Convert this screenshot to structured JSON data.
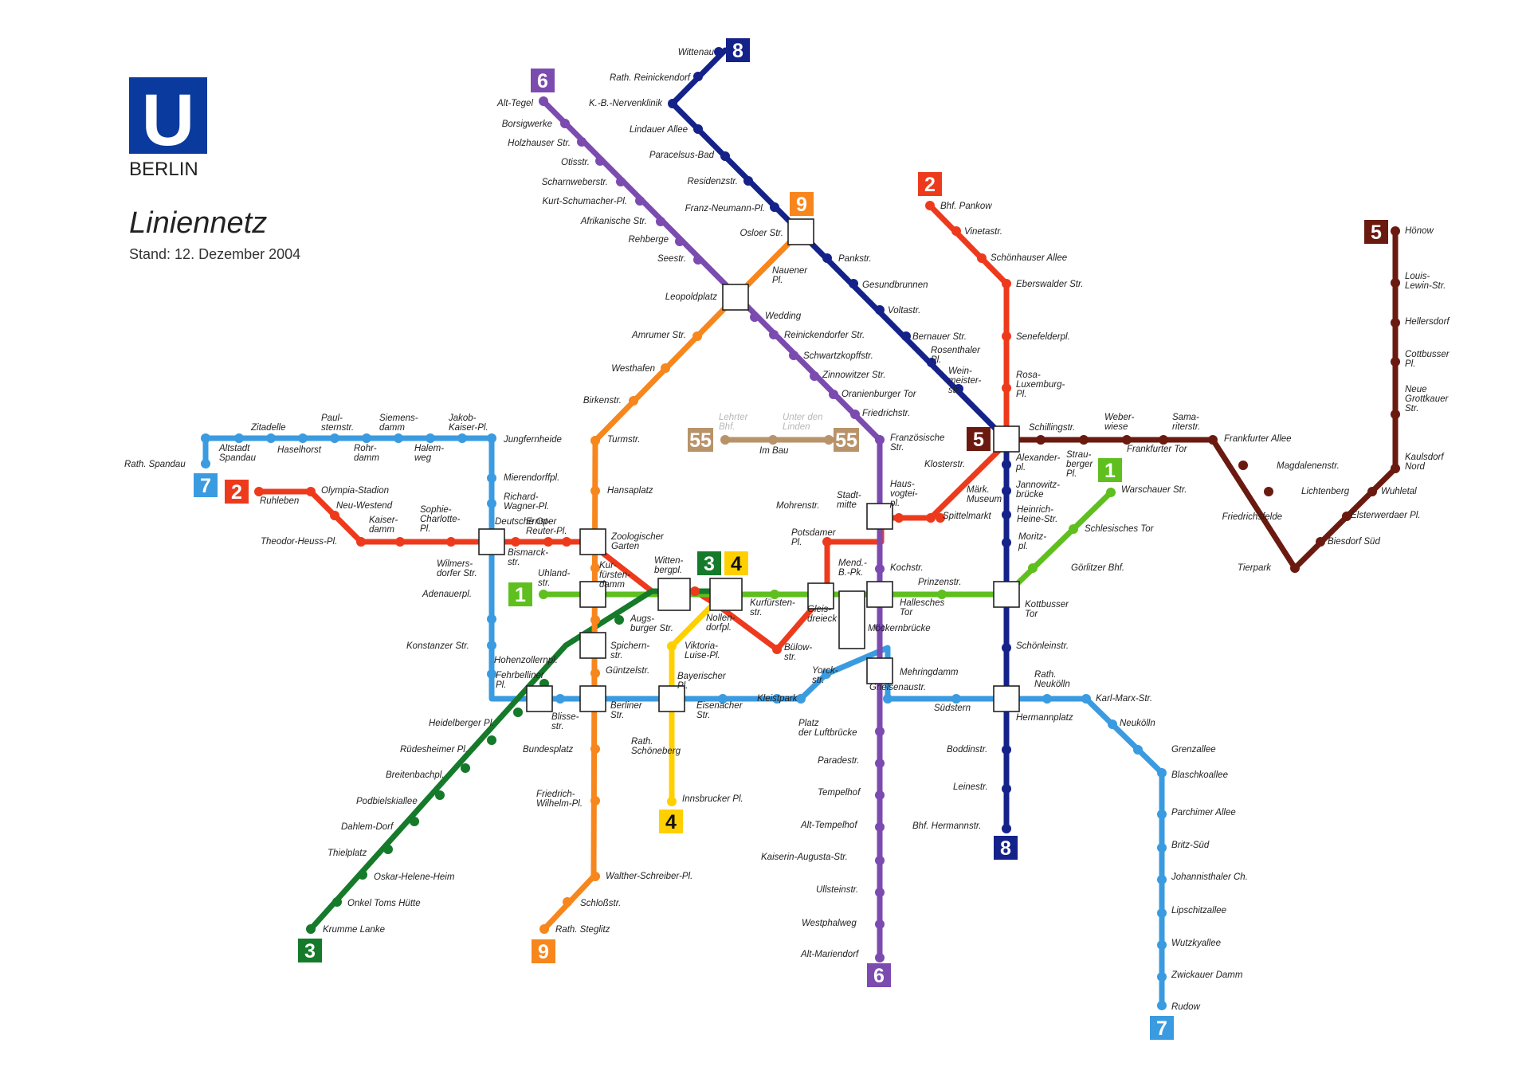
{
  "header": {
    "logo_letter": "U",
    "logo_city": "BERLIN",
    "title": "Liniennetz",
    "subtitle": "Stand: 12. Dezember 2004"
  },
  "line_colors": {
    "U1": "#5fbf1f",
    "U2": "#ee3a1c",
    "U3": "#157a2a",
    "U4": "#ffd000",
    "U5": "#6b1a10",
    "U55": "#b8936a",
    "U6": "#7b4bb0",
    "U7": "#3a9be0",
    "U8": "#14228a",
    "U9": "#f7861c"
  },
  "badges": [
    {
      "id": "b8-top",
      "text": "8",
      "line": "U8"
    },
    {
      "id": "b6-top",
      "text": "6",
      "line": "U6"
    },
    {
      "id": "b9-top",
      "text": "9",
      "line": "U9"
    },
    {
      "id": "b2-top",
      "text": "2",
      "line": "U2"
    },
    {
      "id": "b5-top",
      "text": "5",
      "line": "U5"
    },
    {
      "id": "b7-left",
      "text": "7",
      "line": "U7"
    },
    {
      "id": "b2-left",
      "text": "2",
      "line": "U2"
    },
    {
      "id": "b55-left",
      "text": "55",
      "line": "U55"
    },
    {
      "id": "b55-right",
      "text": "55",
      "line": "U55"
    },
    {
      "id": "b5-mid",
      "text": "5",
      "line": "U5"
    },
    {
      "id": "b1-right",
      "text": "1",
      "line": "U1"
    },
    {
      "id": "b1-left",
      "text": "1",
      "line": "U1"
    },
    {
      "id": "b3-mid",
      "text": "3",
      "line": "U3"
    },
    {
      "id": "b4-mid",
      "text": "4",
      "line": "U4"
    },
    {
      "id": "b4-bot",
      "text": "4",
      "line": "U4"
    },
    {
      "id": "b3-bot",
      "text": "3",
      "line": "U3"
    },
    {
      "id": "b9-bot",
      "text": "9",
      "line": "U9"
    },
    {
      "id": "b6-bot",
      "text": "6",
      "line": "U6"
    },
    {
      "id": "b8-bot",
      "text": "8",
      "line": "U8"
    },
    {
      "id": "b7-bot",
      "text": "7",
      "line": "U7"
    }
  ],
  "labels": [
    {
      "id": "l1",
      "lines": [
        "Wittenau"
      ]
    },
    {
      "id": "l2",
      "lines": [
        "Rath. Reinickendorf"
      ]
    },
    {
      "id": "l3",
      "lines": [
        "Alt-Tegel"
      ]
    },
    {
      "id": "l4",
      "lines": [
        "K.-B.-Nervenklinik"
      ]
    },
    {
      "id": "l5",
      "lines": [
        "Borsigwerke"
      ]
    },
    {
      "id": "l6",
      "lines": [
        "Lindauer Allee"
      ]
    },
    {
      "id": "l7",
      "lines": [
        "Holzhauser Str."
      ]
    },
    {
      "id": "l8",
      "lines": [
        "Paracelsus-Bad"
      ]
    },
    {
      "id": "l9",
      "lines": [
        "Otisstr."
      ]
    },
    {
      "id": "l10",
      "lines": [
        "Residenzstr."
      ]
    },
    {
      "id": "l11",
      "lines": [
        "Scharnweberstr."
      ]
    },
    {
      "id": "l12",
      "lines": [
        "Kurt-Schumacher-Pl."
      ]
    },
    {
      "id": "l13",
      "lines": [
        "Franz-Neumann-Pl."
      ]
    },
    {
      "id": "l14",
      "lines": [
        "Afrikanische Str."
      ]
    },
    {
      "id": "l15",
      "lines": [
        "Osloer Str."
      ]
    },
    {
      "id": "l16",
      "lines": [
        "Rehberge"
      ]
    },
    {
      "id": "l17",
      "lines": [
        "Seestr."
      ]
    },
    {
      "id": "l18",
      "lines": [
        "Pankstr."
      ]
    },
    {
      "id": "l19",
      "lines": [
        "Nauener",
        "Pl."
      ]
    },
    {
      "id": "l20",
      "lines": [
        "Gesundbrunnen"
      ]
    },
    {
      "id": "l21",
      "lines": [
        "Leopoldplatz"
      ]
    },
    {
      "id": "l22",
      "lines": [
        "Voltastr."
      ]
    },
    {
      "id": "l23",
      "lines": [
        "Wedding"
      ]
    },
    {
      "id": "l24",
      "lines": [
        "Amrumer Str."
      ]
    },
    {
      "id": "l25",
      "lines": [
        "Reinickendorfer Str."
      ]
    },
    {
      "id": "l26",
      "lines": [
        "Bernauer Str."
      ]
    },
    {
      "id": "l27",
      "lines": [
        "Schwartzkopffstr."
      ]
    },
    {
      "id": "l28",
      "lines": [
        "Rosenthaler",
        "Pl."
      ]
    },
    {
      "id": "l29",
      "lines": [
        "Westhafen"
      ]
    },
    {
      "id": "l30",
      "lines": [
        "Zinnowitzer Str."
      ]
    },
    {
      "id": "l31",
      "lines": [
        "Wein-",
        "meister-",
        "str."
      ]
    },
    {
      "id": "l32",
      "lines": [
        "Birkenstr."
      ]
    },
    {
      "id": "l33",
      "lines": [
        "Oranienburger Tor"
      ]
    },
    {
      "id": "l34",
      "lines": [
        "Friedrichstr."
      ]
    },
    {
      "id": "l35",
      "lines": [
        "Lehrter",
        "Bhf."
      ]
    },
    {
      "id": "l36",
      "lines": [
        "Unter den",
        "Linden"
      ]
    },
    {
      "id": "l37",
      "lines": [
        "Bhf. Pankow"
      ]
    },
    {
      "id": "l38",
      "lines": [
        "Vinetastr."
      ]
    },
    {
      "id": "l39",
      "lines": [
        "Schönhauser Allee"
      ]
    },
    {
      "id": "l40",
      "lines": [
        "Eberswalder Str."
      ]
    },
    {
      "id": "l41",
      "lines": [
        "Senefelderpl."
      ]
    },
    {
      "id": "l42",
      "lines": [
        "Rosa-",
        "Luxemburg-",
        "Pl."
      ]
    },
    {
      "id": "l43",
      "lines": [
        "Schillingstr."
      ]
    },
    {
      "id": "l44",
      "lines": [
        "Weber-",
        "wiese"
      ]
    },
    {
      "id": "l45",
      "lines": [
        "Sama-",
        "riterstr."
      ]
    },
    {
      "id": "l46",
      "lines": [
        "Frankfurter Allee"
      ]
    },
    {
      "id": "l47",
      "lines": [
        "Strau-",
        "berger",
        "Pl."
      ]
    },
    {
      "id": "l48",
      "lines": [
        "Frankfurter Tor"
      ]
    },
    {
      "id": "l49",
      "lines": [
        "Hönow"
      ]
    },
    {
      "id": "l50",
      "lines": [
        "Louis-",
        "Lewin-Str."
      ]
    },
    {
      "id": "l51",
      "lines": [
        "Hellersdorf"
      ]
    },
    {
      "id": "l52",
      "lines": [
        "Cottbusser",
        "Pl."
      ]
    },
    {
      "id": "l53",
      "lines": [
        "Neue",
        "Grottkauer",
        "Str."
      ]
    },
    {
      "id": "l54",
      "lines": [
        "Kaulsdorf",
        "Nord"
      ]
    },
    {
      "id": "l55",
      "lines": [
        "Wuhletal"
      ]
    },
    {
      "id": "l56",
      "lines": [
        "Elsterwerdaer Pl."
      ]
    },
    {
      "id": "l57",
      "lines": [
        "Biesdorf Süd"
      ]
    },
    {
      "id": "l58",
      "lines": [
        "Tierpark"
      ]
    },
    {
      "id": "l59",
      "lines": [
        "Friedrichsfelde"
      ]
    },
    {
      "id": "l60",
      "lines": [
        "Lichtenberg"
      ]
    },
    {
      "id": "l61",
      "lines": [
        "Magdalenenstr."
      ]
    },
    {
      "id": "l62",
      "lines": [
        "Zitadelle"
      ]
    },
    {
      "id": "l63",
      "lines": [
        "Paul-",
        "sternstr."
      ]
    },
    {
      "id": "l64",
      "lines": [
        "Siemens-",
        "damm"
      ]
    },
    {
      "id": "l65",
      "lines": [
        "Jakob-",
        "Kaiser-Pl."
      ]
    },
    {
      "id": "l66",
      "lines": [
        "Jungfernheide"
      ]
    },
    {
      "id": "l67",
      "lines": [
        "Altstadt",
        "Spandau"
      ]
    },
    {
      "id": "l68",
      "lines": [
        "Haselhorst"
      ]
    },
    {
      "id": "l69",
      "lines": [
        "Rohr-",
        "damm"
      ]
    },
    {
      "id": "l70",
      "lines": [
        "Halem-",
        "weg"
      ]
    },
    {
      "id": "l71",
      "lines": [
        "Rath. Spandau"
      ]
    },
    {
      "id": "l72",
      "lines": [
        "Turmstr."
      ]
    },
    {
      "id": "l73",
      "lines": [
        "Im Bau"
      ]
    },
    {
      "id": "l74",
      "lines": [
        "Französische",
        "Str."
      ]
    },
    {
      "id": "l75",
      "lines": [
        "Klosterstr."
      ]
    },
    {
      "id": "l76",
      "lines": [
        "Alexander-",
        "pl."
      ]
    },
    {
      "id": "l77",
      "lines": [
        "Mierendorffpl."
      ]
    },
    {
      "id": "l78",
      "lines": [
        "Olympia-Stadion"
      ]
    },
    {
      "id": "l79",
      "lines": [
        "Ruhleben"
      ]
    },
    {
      "id": "l80",
      "lines": [
        "Neu-Westend"
      ]
    },
    {
      "id": "l81",
      "lines": [
        "Hansaplatz"
      ]
    },
    {
      "id": "l82",
      "lines": [
        "Richard-",
        "Wagner-Pl."
      ]
    },
    {
      "id": "l83",
      "lines": [
        "Sophie-",
        "Charlotte-",
        "Pl."
      ]
    },
    {
      "id": "l84",
      "lines": [
        "Deutsche Oper"
      ]
    },
    {
      "id": "l85",
      "lines": [
        "Ernst-",
        "Reuter-Pl."
      ]
    },
    {
      "id": "l86",
      "lines": [
        "Kaiser-",
        "damm"
      ]
    },
    {
      "id": "l87",
      "lines": [
        "Theodor-Heuss-Pl."
      ]
    },
    {
      "id": "l88",
      "lines": [
        "Bismarck-",
        "str."
      ]
    },
    {
      "id": "l89",
      "lines": [
        "Zoologischer",
        "Garten"
      ]
    },
    {
      "id": "l90",
      "lines": [
        "Haus-",
        "vogtei-",
        "pl."
      ]
    },
    {
      "id": "l91",
      "lines": [
        "Märk.",
        "Museum"
      ]
    },
    {
      "id": "l92",
      "lines": [
        "Jannowitz-",
        "brücke"
      ]
    },
    {
      "id": "l93",
      "lines": [
        "Stadt-",
        "mitte"
      ]
    },
    {
      "id": "l94",
      "lines": [
        "Mohrenstr."
      ]
    },
    {
      "id": "l95",
      "lines": [
        "Spittelmarkt"
      ]
    },
    {
      "id": "l96",
      "lines": [
        "Heinrich-",
        "Heine-Str."
      ]
    },
    {
      "id": "l97",
      "lines": [
        "Warschauer Str."
      ]
    },
    {
      "id": "l98",
      "lines": [
        "Schlesisches Tor"
      ]
    },
    {
      "id": "l99",
      "lines": [
        "Moritz-",
        "pl."
      ]
    },
    {
      "id": "l100",
      "lines": [
        "Potsdamer",
        "Pl."
      ]
    },
    {
      "id": "l101",
      "lines": [
        "Wilmers-",
        "dorfer Str."
      ]
    },
    {
      "id": "l102",
      "lines": [
        "Uhland-",
        "str."
      ]
    },
    {
      "id": "l103",
      "lines": [
        "Kur-",
        "fürsten-",
        "damm"
      ]
    },
    {
      "id": "l104",
      "lines": [
        "Witten-",
        "bergpl."
      ]
    },
    {
      "id": "l105",
      "lines": [
        "Mend.-",
        "B.-Pk."
      ]
    },
    {
      "id": "l106",
      "lines": [
        "Kochstr."
      ]
    },
    {
      "id": "l107",
      "lines": [
        "Görlitzer Bhf."
      ]
    },
    {
      "id": "l108",
      "lines": [
        "Adenauerpl."
      ]
    },
    {
      "id": "l109",
      "lines": [
        "Prinzenstr."
      ]
    },
    {
      "id": "l110",
      "lines": [
        "Kurfürsten-",
        "str."
      ]
    },
    {
      "id": "l111",
      "lines": [
        "Halle­sches",
        "Tor"
      ]
    },
    {
      "id": "l112",
      "lines": [
        "Kottbusser",
        "Tor"
      ]
    },
    {
      "id": "l113",
      "lines": [
        "Nollen-",
        "dorfpl."
      ]
    },
    {
      "id": "l114",
      "lines": [
        "Augs-",
        "burger Str."
      ]
    },
    {
      "id": "l115",
      "lines": [
        "Glei­s-",
        "dreieck"
      ]
    },
    {
      "id": "l116",
      "lines": [
        "Möckernbrücke"
      ]
    },
    {
      "id": "l117",
      "lines": [
        "Konstanzer Str."
      ]
    },
    {
      "id": "l118",
      "lines": [
        "Spichern-",
        "str."
      ]
    },
    {
      "id": "l119",
      "lines": [
        "Viktoria-",
        "Luise-Pl."
      ]
    },
    {
      "id": "l120",
      "lines": [
        "Bülow-",
        "str."
      ]
    },
    {
      "id": "l121",
      "lines": [
        "Schönleinstr."
      ]
    },
    {
      "id": "l122",
      "lines": [
        "Hohenzollernpl."
      ]
    },
    {
      "id": "l123",
      "lines": [
        "Güntzelstr."
      ]
    },
    {
      "id": "l124",
      "lines": [
        "Yorck-",
        "str."
      ]
    },
    {
      "id": "l125",
      "lines": [
        "Mehringdamm"
      ]
    },
    {
      "id": "l126",
      "lines": [
        "Fehrbelliner",
        "Pl."
      ]
    },
    {
      "id": "l127",
      "lines": [
        "Bayerischer",
        "Pl."
      ]
    },
    {
      "id": "l128",
      "lines": [
        "Gneisenaustr."
      ]
    },
    {
      "id": "l129",
      "lines": [
        "Rath.",
        "Neukölln"
      ]
    },
    {
      "id": "l130",
      "lines": [
        "Kleistpark"
      ]
    },
    {
      "id": "l131",
      "lines": [
        "Karl-Marx-Str."
      ]
    },
    {
      "id": "l132",
      "lines": [
        "Südstern"
      ]
    },
    {
      "id": "l133",
      "lines": [
        "Berliner",
        "Str."
      ]
    },
    {
      "id": "l134",
      "lines": [
        "Eisenacher",
        "Str."
      ]
    },
    {
      "id": "l135",
      "lines": [
        "Blisse-",
        "str."
      ]
    },
    {
      "id": "l136",
      "lines": [
        "Hermannplatz"
      ]
    },
    {
      "id": "l137",
      "lines": [
        "Heidelberger Pl."
      ]
    },
    {
      "id": "l138",
      "lines": [
        "Platz",
        "der Luftbrücke"
      ]
    },
    {
      "id": "l139",
      "lines": [
        "Neukölln"
      ]
    },
    {
      "id": "l140",
      "lines": [
        "Rath.",
        "Schöneberg"
      ]
    },
    {
      "id": "l141",
      "lines": [
        "Rüdesheimer Pl."
      ]
    },
    {
      "id": "l142",
      "lines": [
        "Bundesplatz"
      ]
    },
    {
      "id": "l143",
      "lines": [
        "Boddinstr."
      ]
    },
    {
      "id": "l144",
      "lines": [
        "Grenzallee"
      ]
    },
    {
      "id": "l145",
      "lines": [
        "Paradestr."
      ]
    },
    {
      "id": "l146",
      "lines": [
        "Breitenbachpl."
      ]
    },
    {
      "id": "l147",
      "lines": [
        "Blaschkoallee"
      ]
    },
    {
      "id": "l148",
      "lines": [
        "Leinestr."
      ]
    },
    {
      "id": "l149",
      "lines": [
        "Tempelhof"
      ]
    },
    {
      "id": "l150",
      "lines": [
        "Friedrich-",
        "Wilhelm-Pl."
      ]
    },
    {
      "id": "l151",
      "lines": [
        "Innsbrucker Pl."
      ]
    },
    {
      "id": "l152",
      "lines": [
        "Podbielskiallee"
      ]
    },
    {
      "id": "l153",
      "lines": [
        "Parchimer Allee"
      ]
    },
    {
      "id": "l154",
      "lines": [
        "Alt-Tempelhof"
      ]
    },
    {
      "id": "l155",
      "lines": [
        "Bhf. Hermannstr."
      ]
    },
    {
      "id": "l156",
      "lines": [
        "Dahlem-Dorf"
      ]
    },
    {
      "id": "l157",
      "lines": [
        "Britz-Süd"
      ]
    },
    {
      "id": "l158",
      "lines": [
        "Thielplatz"
      ]
    },
    {
      "id": "l159",
      "lines": [
        "Kaiserin-Augusta-Str."
      ]
    },
    {
      "id": "l160",
      "lines": [
        "Walther-Schreiber-Pl."
      ]
    },
    {
      "id": "l161",
      "lines": [
        "Oskar-Helene-Heim"
      ]
    },
    {
      "id": "l162",
      "lines": [
        "Johannisthaler Ch."
      ]
    },
    {
      "id": "l163",
      "lines": [
        "Ullsteinstr."
      ]
    },
    {
      "id": "l164",
      "lines": [
        "Schloßstr."
      ]
    },
    {
      "id": "l165",
      "lines": [
        "Onkel Toms Hütte"
      ]
    },
    {
      "id": "l166",
      "lines": [
        "Lipschitzallee"
      ]
    },
    {
      "id": "l167",
      "lines": [
        "Westphalweg"
      ]
    },
    {
      "id": "l168",
      "lines": [
        "Rath. Steglitz"
      ]
    },
    {
      "id": "l169",
      "lines": [
        "Krumme Lanke"
      ]
    },
    {
      "id": "l170",
      "lines": [
        "Wutzkyallee"
      ]
    },
    {
      "id": "l171",
      "lines": [
        "Alt-Mariendorf"
      ]
    },
    {
      "id": "l172",
      "lines": [
        "Zwickauer Damm"
      ]
    },
    {
      "id": "l173",
      "lines": [
        "Rudow"
      ]
    }
  ]
}
